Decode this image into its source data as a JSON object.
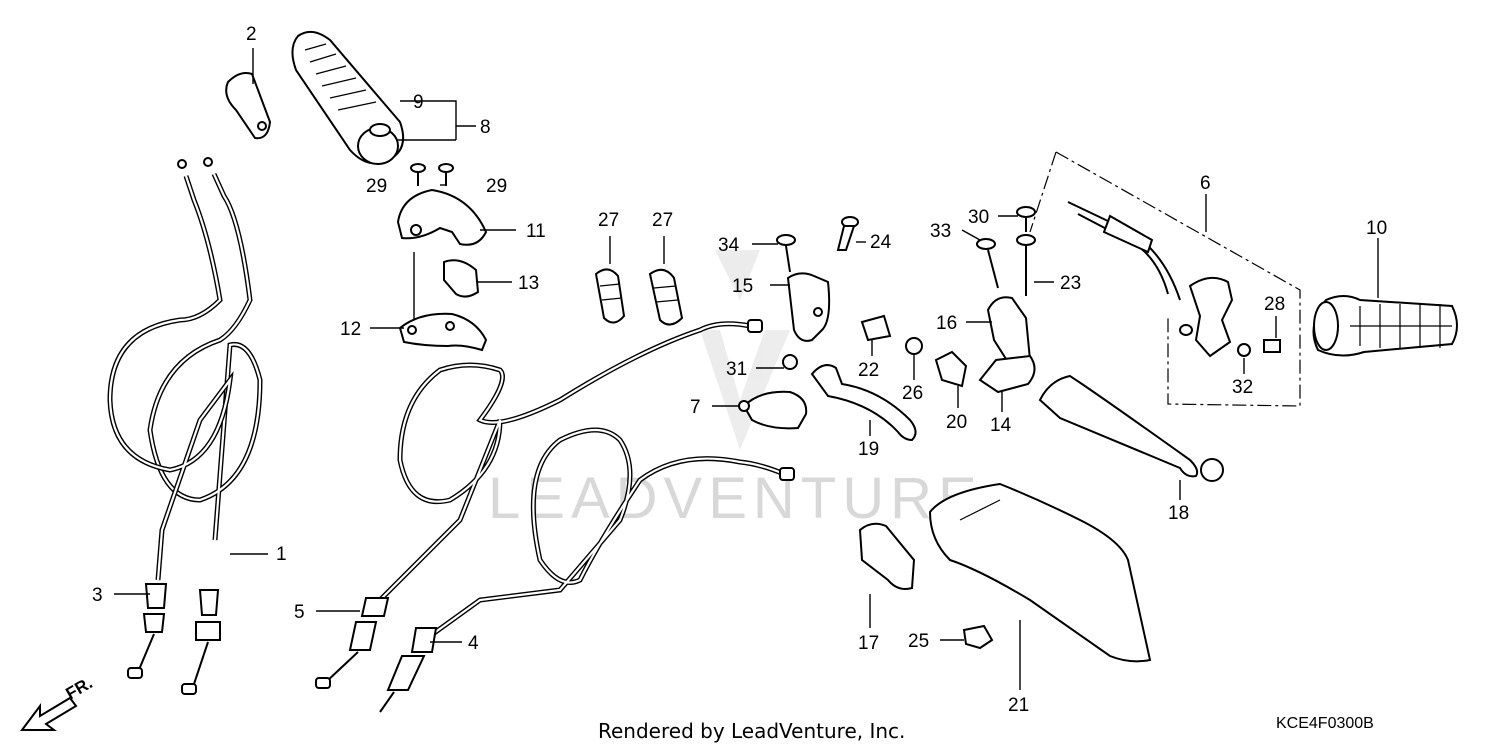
{
  "callouts": [
    "1",
    "2",
    "3",
    "4",
    "5",
    "6",
    "7",
    "8",
    "9",
    "10",
    "11",
    "12",
    "13",
    "14",
    "15",
    "16",
    "17",
    "18",
    "19",
    "20",
    "21",
    "22",
    "23",
    "24",
    "25",
    "26",
    "27",
    "27",
    "28",
    "29",
    "29",
    "30",
    "31",
    "32",
    "33",
    "34"
  ],
  "watermark": "LEADVENTURE",
  "credit": "Rendered by LeadVenture, Inc.",
  "diagram_code": "KCE4F0300B",
  "direction_label": "FR."
}
